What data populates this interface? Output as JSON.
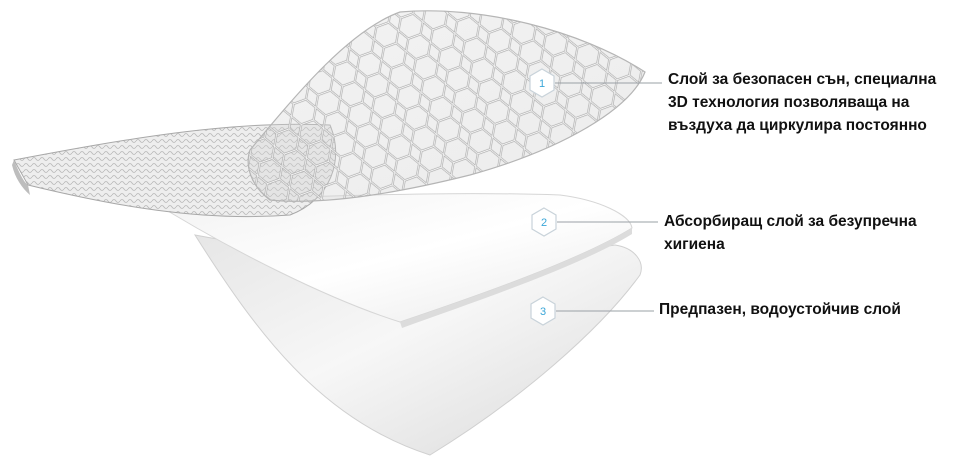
{
  "callouts": [
    {
      "number": "1",
      "lines": [
        "Слой за безопасен сън, специална",
        "3D технология позволяваща на",
        "въздуха да циркулира постоянно"
      ]
    },
    {
      "number": "2",
      "lines": [
        "Абсорбиращ слой за безупречна",
        "хигиена"
      ]
    },
    {
      "number": "3",
      "lines": [
        "Предпазен, водоустойчив слой"
      ]
    }
  ],
  "colors": {
    "badge_number": "#3aa6d8",
    "badge_border": "#c9d3da",
    "leader_line": "#9aa0a6",
    "label_text": "#111111"
  },
  "icons": [
    "hexagon-badge-icon",
    "hexagon-badge-icon",
    "hexagon-badge-icon"
  ]
}
